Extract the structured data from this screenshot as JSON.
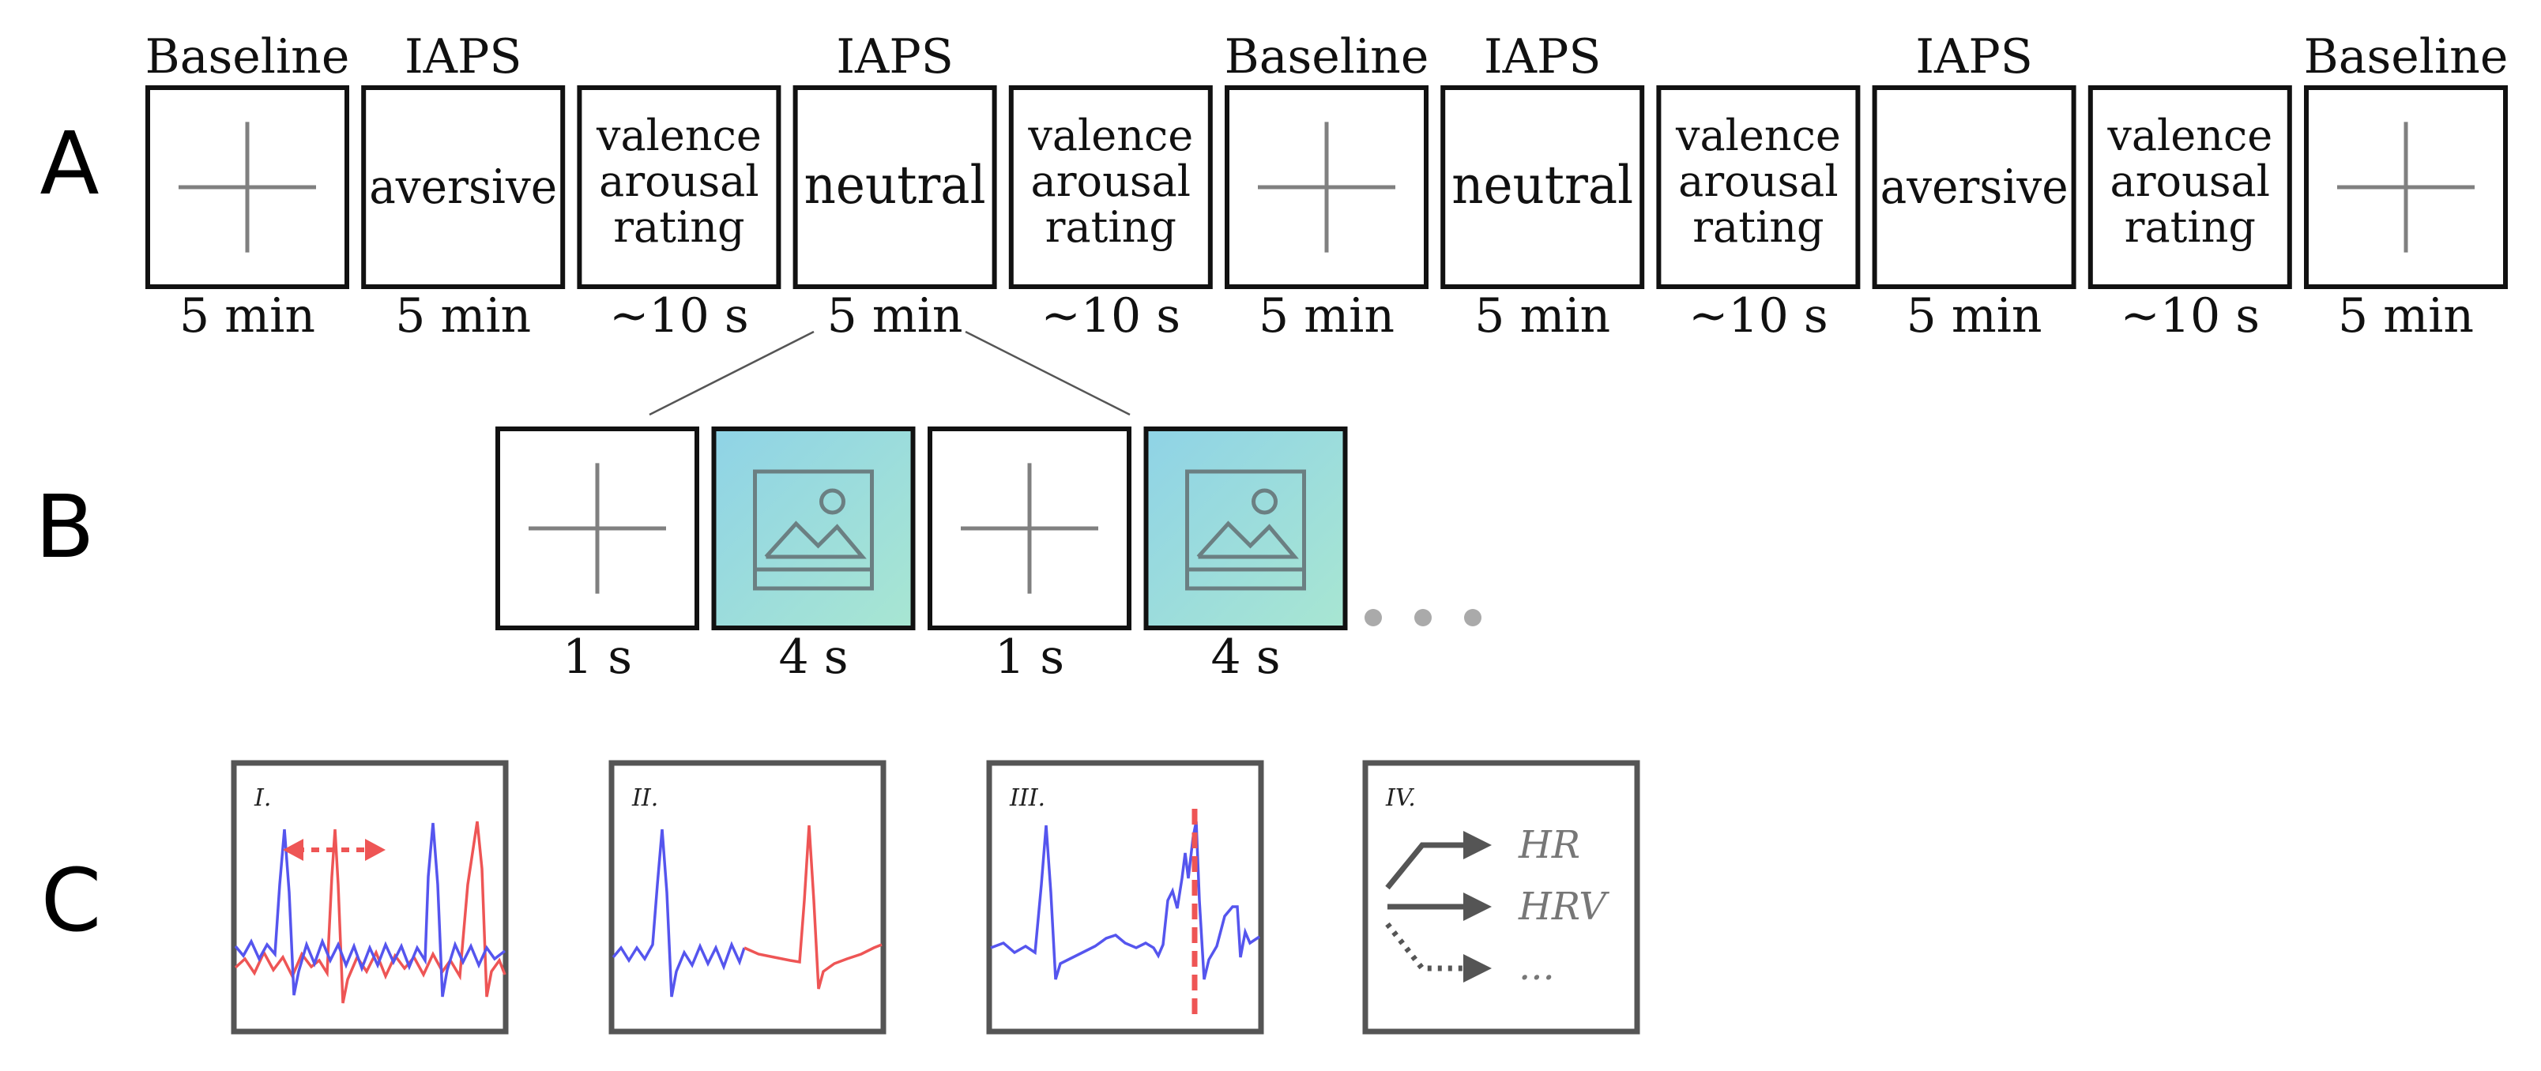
{
  "panel_labels": {
    "a": "A",
    "b": "B",
    "c": "C"
  },
  "row_a": {
    "blocks": [
      {
        "header": "Baseline",
        "content": "fixation",
        "duration": "5 min"
      },
      {
        "header": "IAPS",
        "content": "aversive",
        "duration": "5 min"
      },
      {
        "header": "",
        "content": "rating",
        "rating_lines": [
          "valence",
          "arousal",
          "rating"
        ],
        "duration": "~10 s"
      },
      {
        "header": "IAPS",
        "content": "neutral",
        "duration": "5 min"
      },
      {
        "header": "",
        "content": "rating",
        "rating_lines": [
          "valence",
          "arousal",
          "rating"
        ],
        "duration": "~10 s"
      },
      {
        "header": "Baseline",
        "content": "fixation",
        "duration": "5 min"
      },
      {
        "header": "IAPS",
        "content": "neutral",
        "duration": "5 min"
      },
      {
        "header": "",
        "content": "rating",
        "rating_lines": [
          "valence",
          "arousal",
          "rating"
        ],
        "duration": "~10 s"
      },
      {
        "header": "IAPS",
        "content": "aversive",
        "duration": "5 min"
      },
      {
        "header": "",
        "content": "rating",
        "rating_lines": [
          "valence",
          "arousal",
          "rating"
        ],
        "duration": "~10 s"
      },
      {
        "header": "Baseline",
        "content": "fixation",
        "duration": "5 min"
      }
    ]
  },
  "row_b": {
    "blocks": [
      {
        "content": "fixation",
        "duration": "1 s"
      },
      {
        "content": "image",
        "duration": "4 s"
      },
      {
        "content": "fixation",
        "duration": "1 s"
      },
      {
        "content": "image",
        "duration": "4 s"
      }
    ],
    "image_gradient": [
      "#8fd3e6",
      "#a8e6d2"
    ]
  },
  "row_c": {
    "panels": [
      {
        "label": "I."
      },
      {
        "label": "II."
      },
      {
        "label": "III."
      },
      {
        "label": "IV.",
        "outputs": [
          "HR",
          "HRV",
          "..."
        ]
      }
    ]
  },
  "colors": {
    "frame": "#111111",
    "c_frame": "#555555",
    "fixation": "#808080",
    "signal_blue": "#5555ee",
    "signal_red": "#ee5555",
    "arrow": "#555555",
    "dots": "#aaaaaa"
  }
}
